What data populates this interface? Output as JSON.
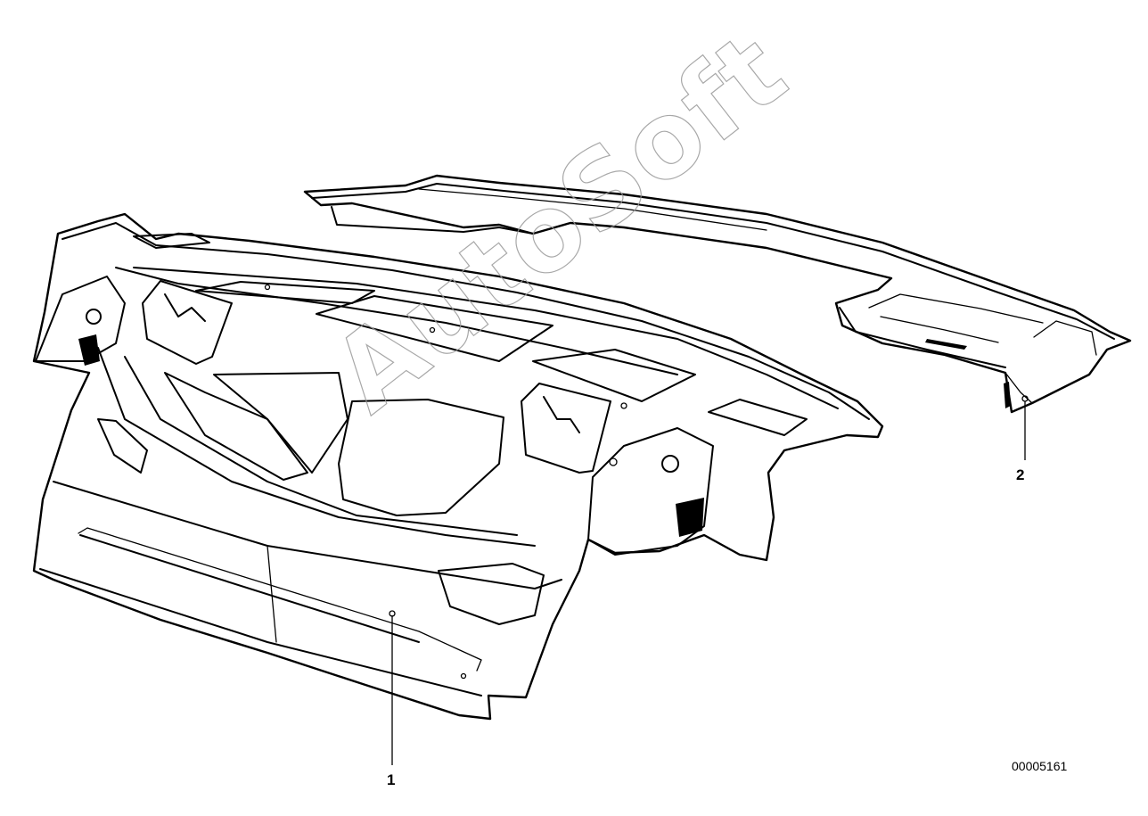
{
  "diagram": {
    "callouts": [
      {
        "id": "1",
        "label": "1"
      },
      {
        "id": "2",
        "label": "2"
      }
    ],
    "diagram_id": "00005161",
    "watermark": "AutoSoft"
  },
  "colors": {
    "background": "#ffffff",
    "line": "#000000",
    "watermark": "#9a9a9a"
  }
}
